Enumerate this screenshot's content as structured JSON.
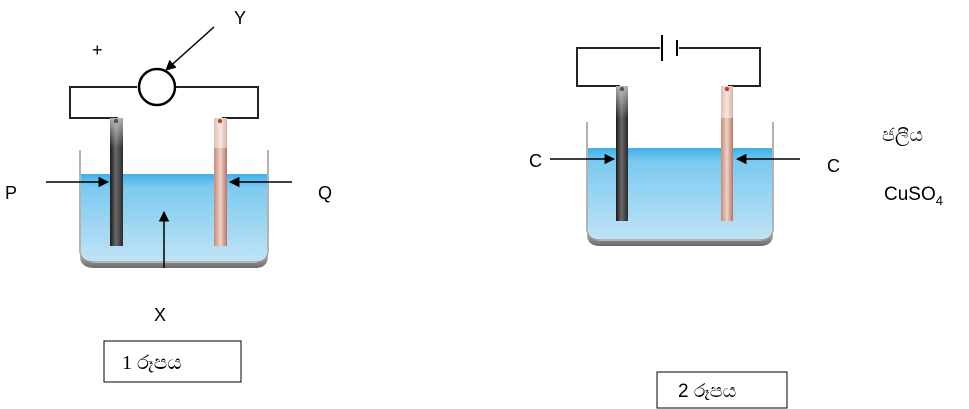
{
  "figure1": {
    "plus_sign": "+",
    "label_y": "Y",
    "label_p": "P",
    "label_q": "Q",
    "label_x": "X",
    "caption": "1 රූපය"
  },
  "figure2": {
    "label_left_electrode": "C",
    "label_right_electrode": "C",
    "solution_label_sinhala": "ජලීය",
    "solution_formula_main": "CuSO",
    "solution_formula_subscript": "4",
    "caption": "2 රූපය"
  },
  "colors": {
    "solution": "#8fd0f0",
    "solution_surface": "#48b4e8",
    "container": "#8a8a8a",
    "dark_electrode": "#3a3a3a",
    "copper_electrode": "#b07060",
    "wire": "#222222"
  }
}
